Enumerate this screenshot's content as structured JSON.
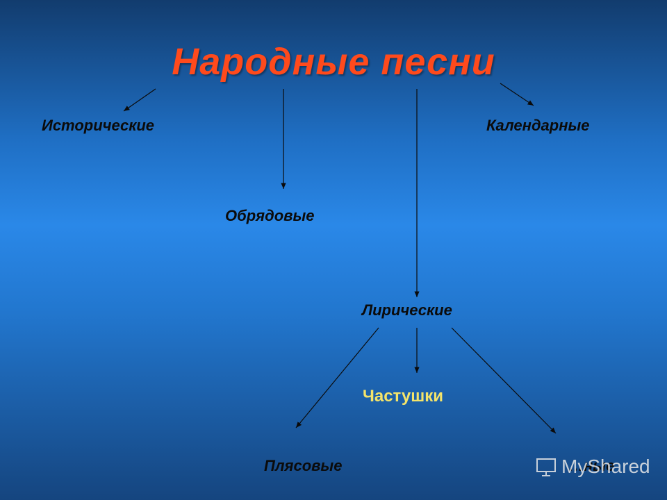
{
  "title": "Народные песни",
  "nodes": {
    "historical": "Исторические",
    "calendar": "Календарные",
    "ritual": "Обрядовые",
    "lyrical": "Лирические",
    "chastushki": "Частушки",
    "dance": "Плясовые",
    "partial": "…ные"
  },
  "watermark": "MyShared",
  "colors": {
    "title": "#ff4a1c",
    "node_text": "#0b0b0b",
    "highlight": "#f4e46a",
    "arrow": "#0b0b0b"
  }
}
